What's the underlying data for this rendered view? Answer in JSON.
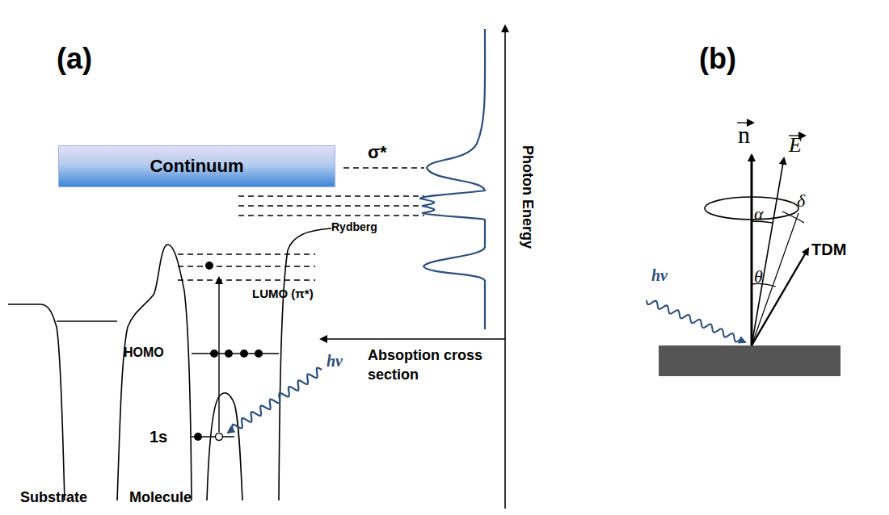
{
  "diagram": {
    "nodes": [
      {
        "text": [
          "Continuum"
        ]
      }
    ],
    "labels": [
      "(a)",
      "(b)",
      "σ*",
      "Rydberg",
      "LUMO (π*)",
      "HOMO",
      "1s",
      "hv",
      "Substrate",
      "Molecule",
      "Photon Energy",
      "Absoption cross section",
      "n",
      "E",
      "α",
      "δ",
      "θ",
      "TDM",
      "hv"
    ]
  }
}
